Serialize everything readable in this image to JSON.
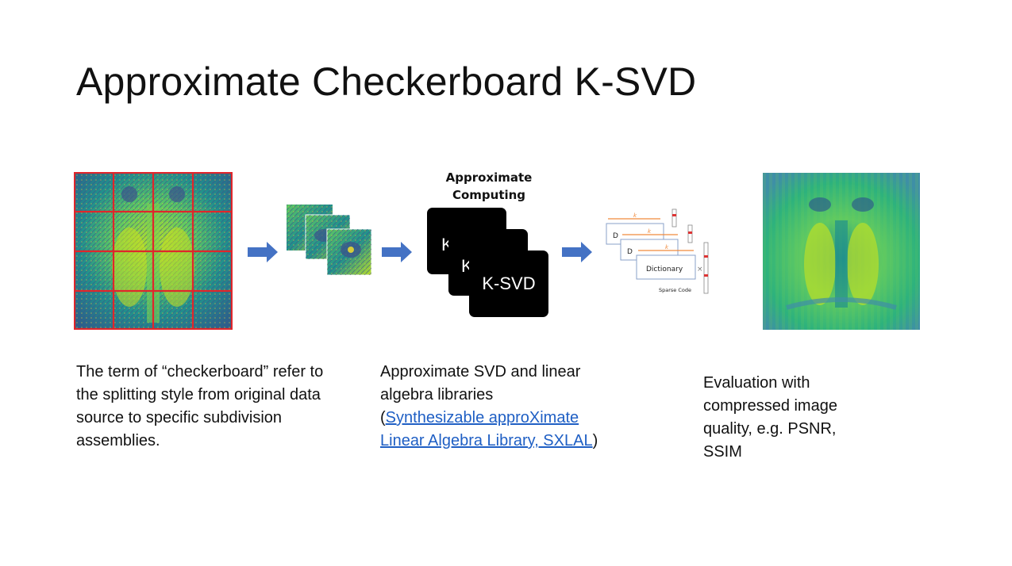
{
  "slide": {
    "title": "Approximate Checkerboard K-SVD"
  },
  "diagram": {
    "approx_label_line1": "Approximate",
    "approx_label_line2": "Computing",
    "ksvd_card_text": "K-SVD",
    "ksvd_partial_1": "K",
    "ksvd_partial_2": "K",
    "dict_k_label": "k",
    "dict_d_label": "D",
    "dict_box_label": "Dictionary",
    "dict_times": "×",
    "sparse_code_label": "Sparse Code",
    "colors": {
      "grid_line": "#e0262b",
      "arrow": "#4472c4",
      "card": "#000000",
      "bracket": "#f08a3c"
    }
  },
  "captions": {
    "left": "The term of “checkerboard” refer to the splitting style from original data source to specific subdivision assemblies.",
    "middle_prefix": "Approximate SVD and linear algebra libraries",
    "middle_open": "(",
    "middle_link": "Synthesizable approXimate Linear Algebra Library, SXLAL",
    "middle_close": ")",
    "right": "Evaluation with compressed image quality, e.g. PSNR, SSIM"
  }
}
